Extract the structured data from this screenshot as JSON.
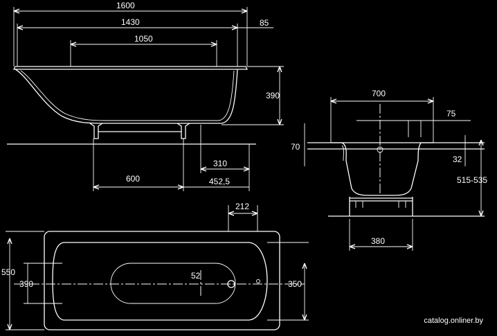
{
  "dimensions": {
    "d1600": "1600",
    "d1430": "1430",
    "d85": "85",
    "d1050": "1050",
    "d390_side": "390",
    "d310": "310",
    "d600": "600",
    "d452_5": "452,5",
    "d700": "700",
    "d75": "75",
    "d70": "70",
    "d32": "32",
    "d515": "515-535",
    "d380": "380",
    "d212": "212",
    "d550": "550",
    "d390_top": "390",
    "d52": "52",
    "d350": "350"
  },
  "watermark": "catalog.onliner.by"
}
